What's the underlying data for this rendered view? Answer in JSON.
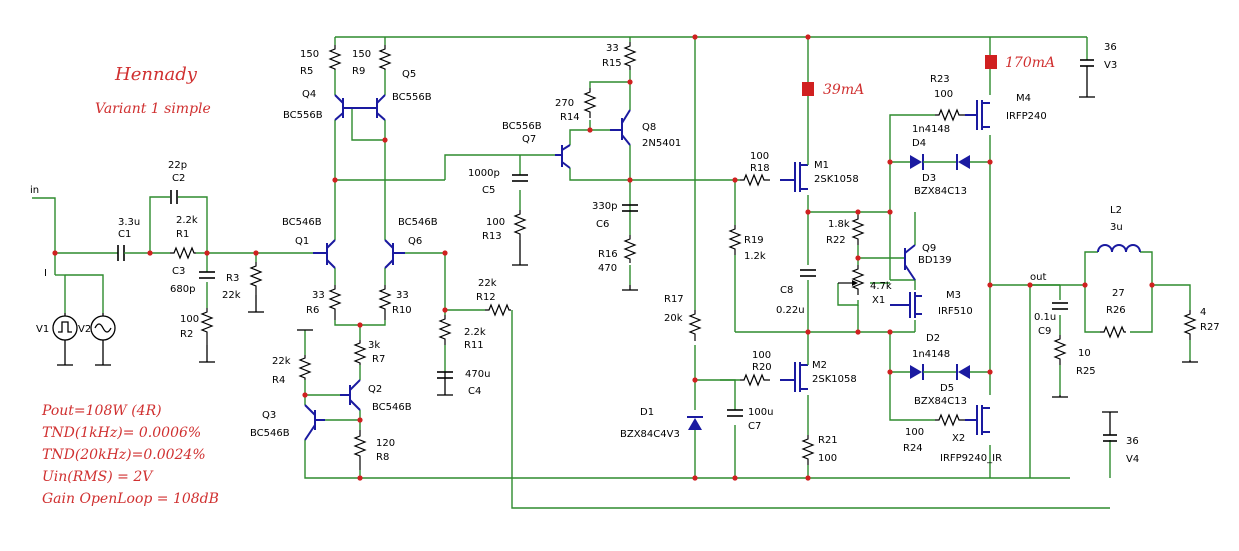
{
  "title": "Hennady",
  "subtitle": "Variant 1   simple",
  "specs": [
    "Pout=108W (4R)",
    "TND(1kHz)= 0.0006%",
    "TND(20kHz)=0.0024%",
    "Uin(RMS) = 2V",
    "Gain OpenLoop = 108dB"
  ],
  "currents": {
    "m1": "39mA",
    "m4": "170mA"
  },
  "nets": {
    "in": "in",
    "out": "out",
    "i": "I"
  },
  "colors": {
    "wire": "#2e8b2e",
    "device": "#1a1aa0",
    "annotation": "#d03030"
  },
  "labels": {
    "r5": [
      "150",
      "R5"
    ],
    "r9": [
      "150",
      "R9"
    ],
    "q5": [
      "Q5",
      "BC556B"
    ],
    "q4": [
      "Q4",
      "BC556B"
    ],
    "r15": [
      "33",
      "R15"
    ],
    "r14": [
      "270",
      "R14"
    ],
    "q8": [
      "Q8",
      "2N5401"
    ],
    "q7": [
      "BC556B",
      "Q7"
    ],
    "c2": [
      "22p",
      "C2"
    ],
    "r1": [
      "2.2k",
      "R1"
    ],
    "c1": [
      "3.3u",
      "C1"
    ],
    "c3": [
      "C3",
      "680p"
    ],
    "r3": [
      "R3",
      "22k"
    ],
    "r2": [
      "100",
      "R2"
    ],
    "q1": [
      "BC546B",
      "Q1"
    ],
    "q6": [
      "BC546B",
      "Q6"
    ],
    "r6": [
      "33",
      "R6"
    ],
    "r10": [
      "33",
      "R10"
    ],
    "r7": [
      "3k",
      "R7"
    ],
    "r4": [
      "22k",
      "R4"
    ],
    "q2": [
      "Q2",
      "BC546B"
    ],
    "q3": [
      "Q3",
      "BC546B"
    ],
    "r8": [
      "120",
      "R8"
    ],
    "c5": [
      "1000p",
      "C5"
    ],
    "r13": [
      "100",
      "R13"
    ],
    "c6": [
      "330p",
      "C6"
    ],
    "r16": [
      "R16",
      "470"
    ],
    "r12": [
      "22k",
      "R12"
    ],
    "r11": [
      "2.2k",
      "R11"
    ],
    "c4": [
      "470u",
      "C4"
    ],
    "r17": [
      "R17",
      "20k"
    ],
    "d1": [
      "D1",
      "BZX84C4V3"
    ],
    "c7": [
      "100u",
      "C7"
    ],
    "r18": [
      "100",
      "R18"
    ],
    "m1": [
      "M1",
      "2SK1058"
    ],
    "r19": [
      "R19",
      "1.2k"
    ],
    "c8": [
      "C8",
      "0.22u"
    ],
    "r20": [
      "100",
      "R20"
    ],
    "m2": [
      "M2",
      "2SK1058"
    ],
    "r21": [
      "R21",
      "100"
    ],
    "r22": [
      "1.8k",
      "R22"
    ],
    "q9": [
      "Q9",
      "BD139"
    ],
    "x1": [
      "4.7k",
      "X1"
    ],
    "m3": [
      "M3",
      "IRF510"
    ],
    "r23": [
      "R23",
      "100"
    ],
    "m4": [
      "M4",
      "IRFP240"
    ],
    "d4": [
      "1n4148",
      "D4"
    ],
    "d3": [
      "D3",
      "BZX84C13"
    ],
    "d2": [
      "D2",
      "1n4148"
    ],
    "d5": [
      "D5",
      "BZX84C13"
    ],
    "r24": [
      "100",
      "R24"
    ],
    "x2": [
      "X2",
      "IRFP9240_IR"
    ],
    "v3": [
      "36",
      "V3"
    ],
    "v4": [
      "36",
      "V4"
    ],
    "l2": [
      "L2",
      "3u"
    ],
    "r26": [
      "27",
      "R26"
    ],
    "c9": [
      "0.1u",
      "C9"
    ],
    "r25": [
      "10",
      "R25"
    ],
    "r27": [
      "4",
      "R27"
    ],
    "v1": "V1",
    "v2": "V2"
  }
}
